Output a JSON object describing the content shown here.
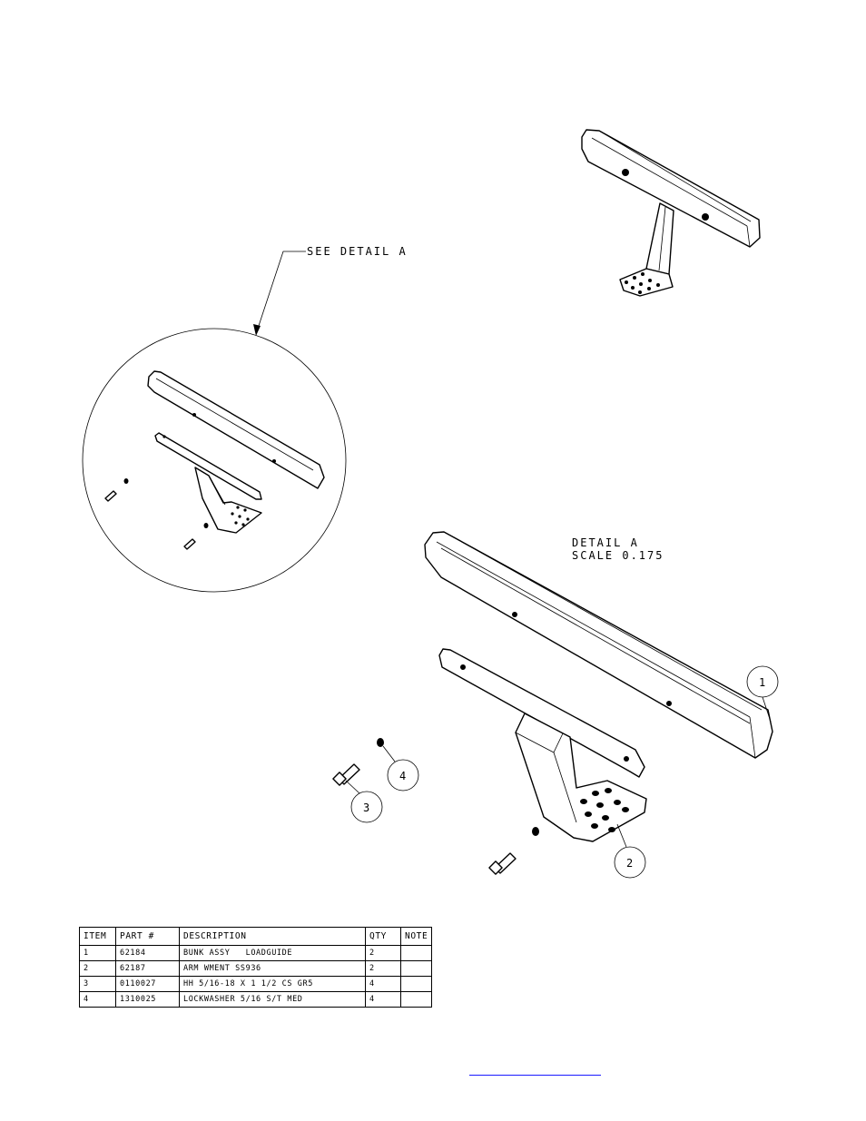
{
  "callouts": {
    "see_detail": "SEE DETAIL  A",
    "detail_title": "DETAIL  A",
    "detail_scale": "SCALE  0.175",
    "balloons": [
      "1",
      "2",
      "3",
      "4"
    ]
  },
  "bom": {
    "headers": [
      "ITEM",
      "PART #",
      "DESCRIPTION",
      "QTY",
      "NOTE"
    ],
    "rows": [
      {
        "item": "1",
        "part": "62184",
        "description": "BUNK ASSY   LOADGUIDE",
        "qty": "2",
        "note": ""
      },
      {
        "item": "2",
        "part": "62187",
        "description": "ARM WMENT SS936",
        "qty": "2",
        "note": ""
      },
      {
        "item": "3",
        "part": "0110027",
        "description": "HH 5/16-18 X 1 1/2 CS GR5",
        "qty": "4",
        "note": ""
      },
      {
        "item": "4",
        "part": "1310025",
        "description": "LOCKWASHER 5/16 S/T MED",
        "qty": "4",
        "note": ""
      }
    ]
  },
  "footer": {
    "link_text": ""
  }
}
